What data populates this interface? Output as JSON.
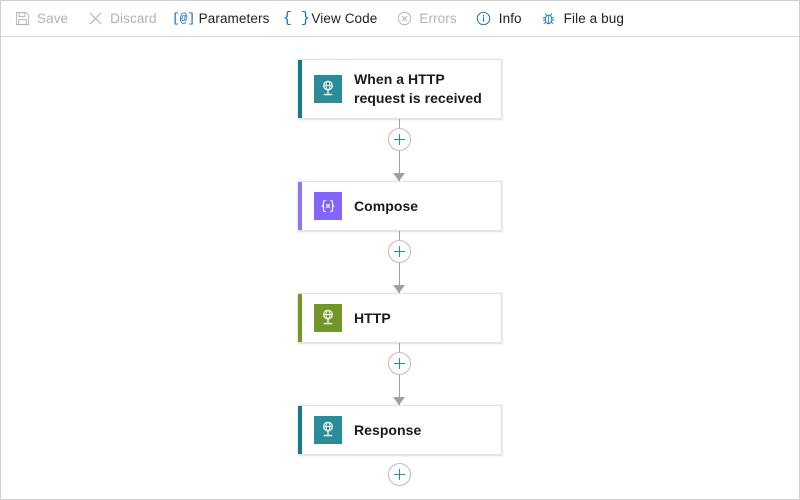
{
  "toolbar": {
    "items": [
      {
        "label": "Save",
        "icon": "save-icon",
        "disabled": true
      },
      {
        "label": "Discard",
        "icon": "discard-icon",
        "disabled": true
      },
      {
        "label": "Parameters",
        "icon": "parameters-icon",
        "disabled": false
      },
      {
        "label": "View Code",
        "icon": "view-code-icon",
        "disabled": false
      },
      {
        "label": "Errors",
        "icon": "errors-icon",
        "disabled": true
      },
      {
        "label": "Info",
        "icon": "info-icon",
        "disabled": false
      },
      {
        "label": "File a bug",
        "icon": "bug-icon",
        "disabled": false
      }
    ]
  },
  "designer": {
    "steps": [
      {
        "title": "When a HTTP request is received",
        "icon": "request-trigger-icon",
        "accent_color": "#147a85",
        "icon_bg": "#2a8c99",
        "type": "trigger"
      },
      {
        "title": "Compose",
        "icon": "compose-icon",
        "accent_color": "#8a76fb",
        "icon_bg": "#8364fc",
        "type": "action"
      },
      {
        "title": "HTTP",
        "icon": "http-icon",
        "accent_color": "#709727",
        "icon_bg": "#709727",
        "type": "action"
      },
      {
        "title": "Response",
        "icon": "response-icon",
        "accent_color": "#147a85",
        "icon_bg": "#2a8c99",
        "type": "action"
      }
    ],
    "connectors": [
      {
        "add_label": "+",
        "has_arrow": true
      },
      {
        "add_label": "+",
        "has_arrow": true
      },
      {
        "add_label": "+",
        "has_arrow": true
      },
      {
        "add_label": "+",
        "has_arrow": false
      }
    ],
    "colors": {
      "connector_line": "#a19f9d",
      "plus_accent": "#2f7de1",
      "card_border": "#e1e1e1",
      "toolbar_accent": "#0f6cbd",
      "disabled_text": "#b4b2b0"
    }
  }
}
